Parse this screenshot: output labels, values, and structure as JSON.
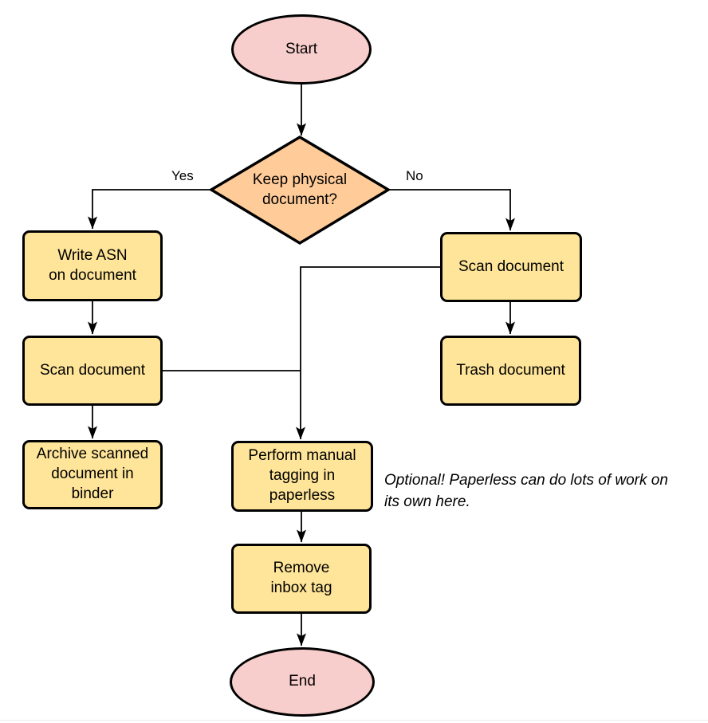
{
  "diagram": {
    "type": "flowchart",
    "nodes": {
      "start": {
        "label": "Start",
        "shape": "ellipse",
        "fill": "#F8CECC"
      },
      "decision": {
        "label": "Keep physical\ndocument?",
        "shape": "diamond",
        "fill": "#FFCC99"
      },
      "write_asn": {
        "label": "Write ASN\non document",
        "shape": "process",
        "fill": "#FFE599"
      },
      "scan_left": {
        "label": "Scan document",
        "shape": "process",
        "fill": "#FFE599"
      },
      "archive": {
        "label": "Archive scanned\ndocument in\nbinder",
        "shape": "process",
        "fill": "#FFE599"
      },
      "scan_right": {
        "label": "Scan document",
        "shape": "process",
        "fill": "#FFE599"
      },
      "trash": {
        "label": "Trash document",
        "shape": "process",
        "fill": "#FFE599"
      },
      "tagging": {
        "label": "Perform manual\ntagging in\npaperless",
        "shape": "process",
        "fill": "#FFE599"
      },
      "remove_inbox": {
        "label": "Remove\ninbox tag",
        "shape": "process",
        "fill": "#FFE599"
      },
      "end": {
        "label": "End",
        "shape": "ellipse",
        "fill": "#F8CECC"
      }
    },
    "edge_labels": {
      "yes": "Yes",
      "no": "No"
    },
    "annotation": "Optional! Paperless can do lots of work on\nits own here.",
    "colors": {
      "terminal_fill": "#F8CECC",
      "decision_fill": "#FFCC99",
      "process_fill": "#FFE599",
      "stroke": "#000000",
      "background": "#FFFFFF"
    }
  }
}
